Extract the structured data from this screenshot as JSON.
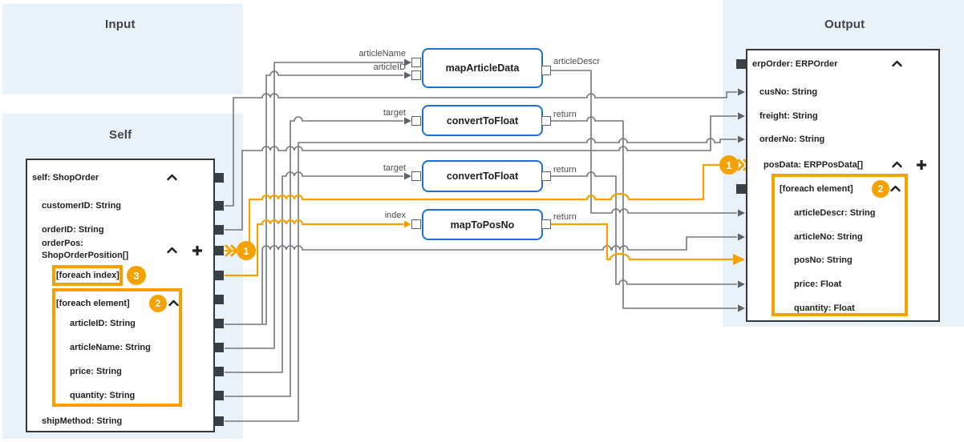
{
  "panels": {
    "input": {
      "title": "Input"
    },
    "self": {
      "title": "Self"
    },
    "output": {
      "title": "Output"
    }
  },
  "self_tree": {
    "root": "self: ShopOrder",
    "customer_id": "customerID: String",
    "order_id": "orderID: String",
    "order_pos_line1": "orderPos:",
    "order_pos_line2": "ShopOrderPosition[]",
    "foreach_index": "[foreach index]",
    "foreach_element": "[foreach element]",
    "article_id": "articleID: String",
    "article_name": "articleName: String",
    "price": "price: String",
    "quantity": "quantity: String",
    "ship_method": "shipMethod: String"
  },
  "output_tree": {
    "root": "erpOrder: ERPOrder",
    "cus_no": "cusNo: String",
    "freight": "freight: String",
    "order_no": "orderNo: String",
    "pos_data": "posData: ERPPosData[]",
    "foreach_element": "[foreach element]",
    "article_descr": "articleDescr: String",
    "article_no": "articleNo: String",
    "pos_no": "posNo: String",
    "price": "price: Float",
    "quantity": "quantity: Float"
  },
  "functions": {
    "map_article_data": {
      "name": "mapArticleData",
      "in1": "articleName",
      "in2": "articleID",
      "out": "articleDescr"
    },
    "convert_to_float_1": {
      "name": "convertToFloat",
      "in": "target",
      "out": "return"
    },
    "convert_to_float_2": {
      "name": "convertToFloat",
      "in": "target",
      "out": "return"
    },
    "map_to_pos_no": {
      "name": "mapToPosNo",
      "in": "index",
      "out": "return"
    }
  },
  "badges": {
    "self_loop": "1",
    "self_element": "2",
    "self_index": "3",
    "output_loop": "1",
    "output_element": "2"
  },
  "colors": {
    "accent_orange": "#F5A201",
    "function_blue": "#1C6FD4",
    "panel_blue": "#E9F2F9",
    "line_gray": "#73777B",
    "box_border": "#33373B"
  }
}
